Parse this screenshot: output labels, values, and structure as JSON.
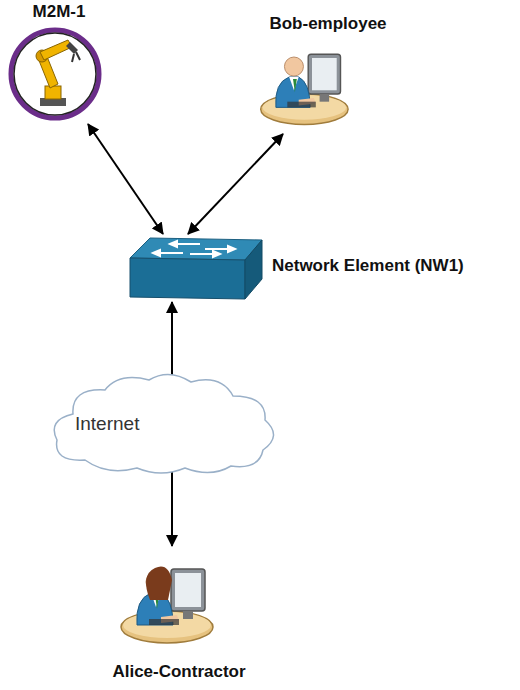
{
  "diagram": {
    "nodes": [
      {
        "text": [
          "M2M-1"
        ]
      },
      {
        "text": [
          "Bob-employee"
        ]
      },
      {
        "text": [
          "Network Element (NW1)"
        ]
      },
      {
        "text": [
          "Internet"
        ]
      },
      {
        "text": [
          "Alice-Contractor"
        ]
      }
    ],
    "edges": [
      {
        "from": 0,
        "to": 2,
        "arrow": "both"
      },
      {
        "from": 1,
        "to": 2,
        "arrow": "both"
      },
      {
        "from": 2,
        "to": 4,
        "arrow": "both"
      }
    ]
  }
}
